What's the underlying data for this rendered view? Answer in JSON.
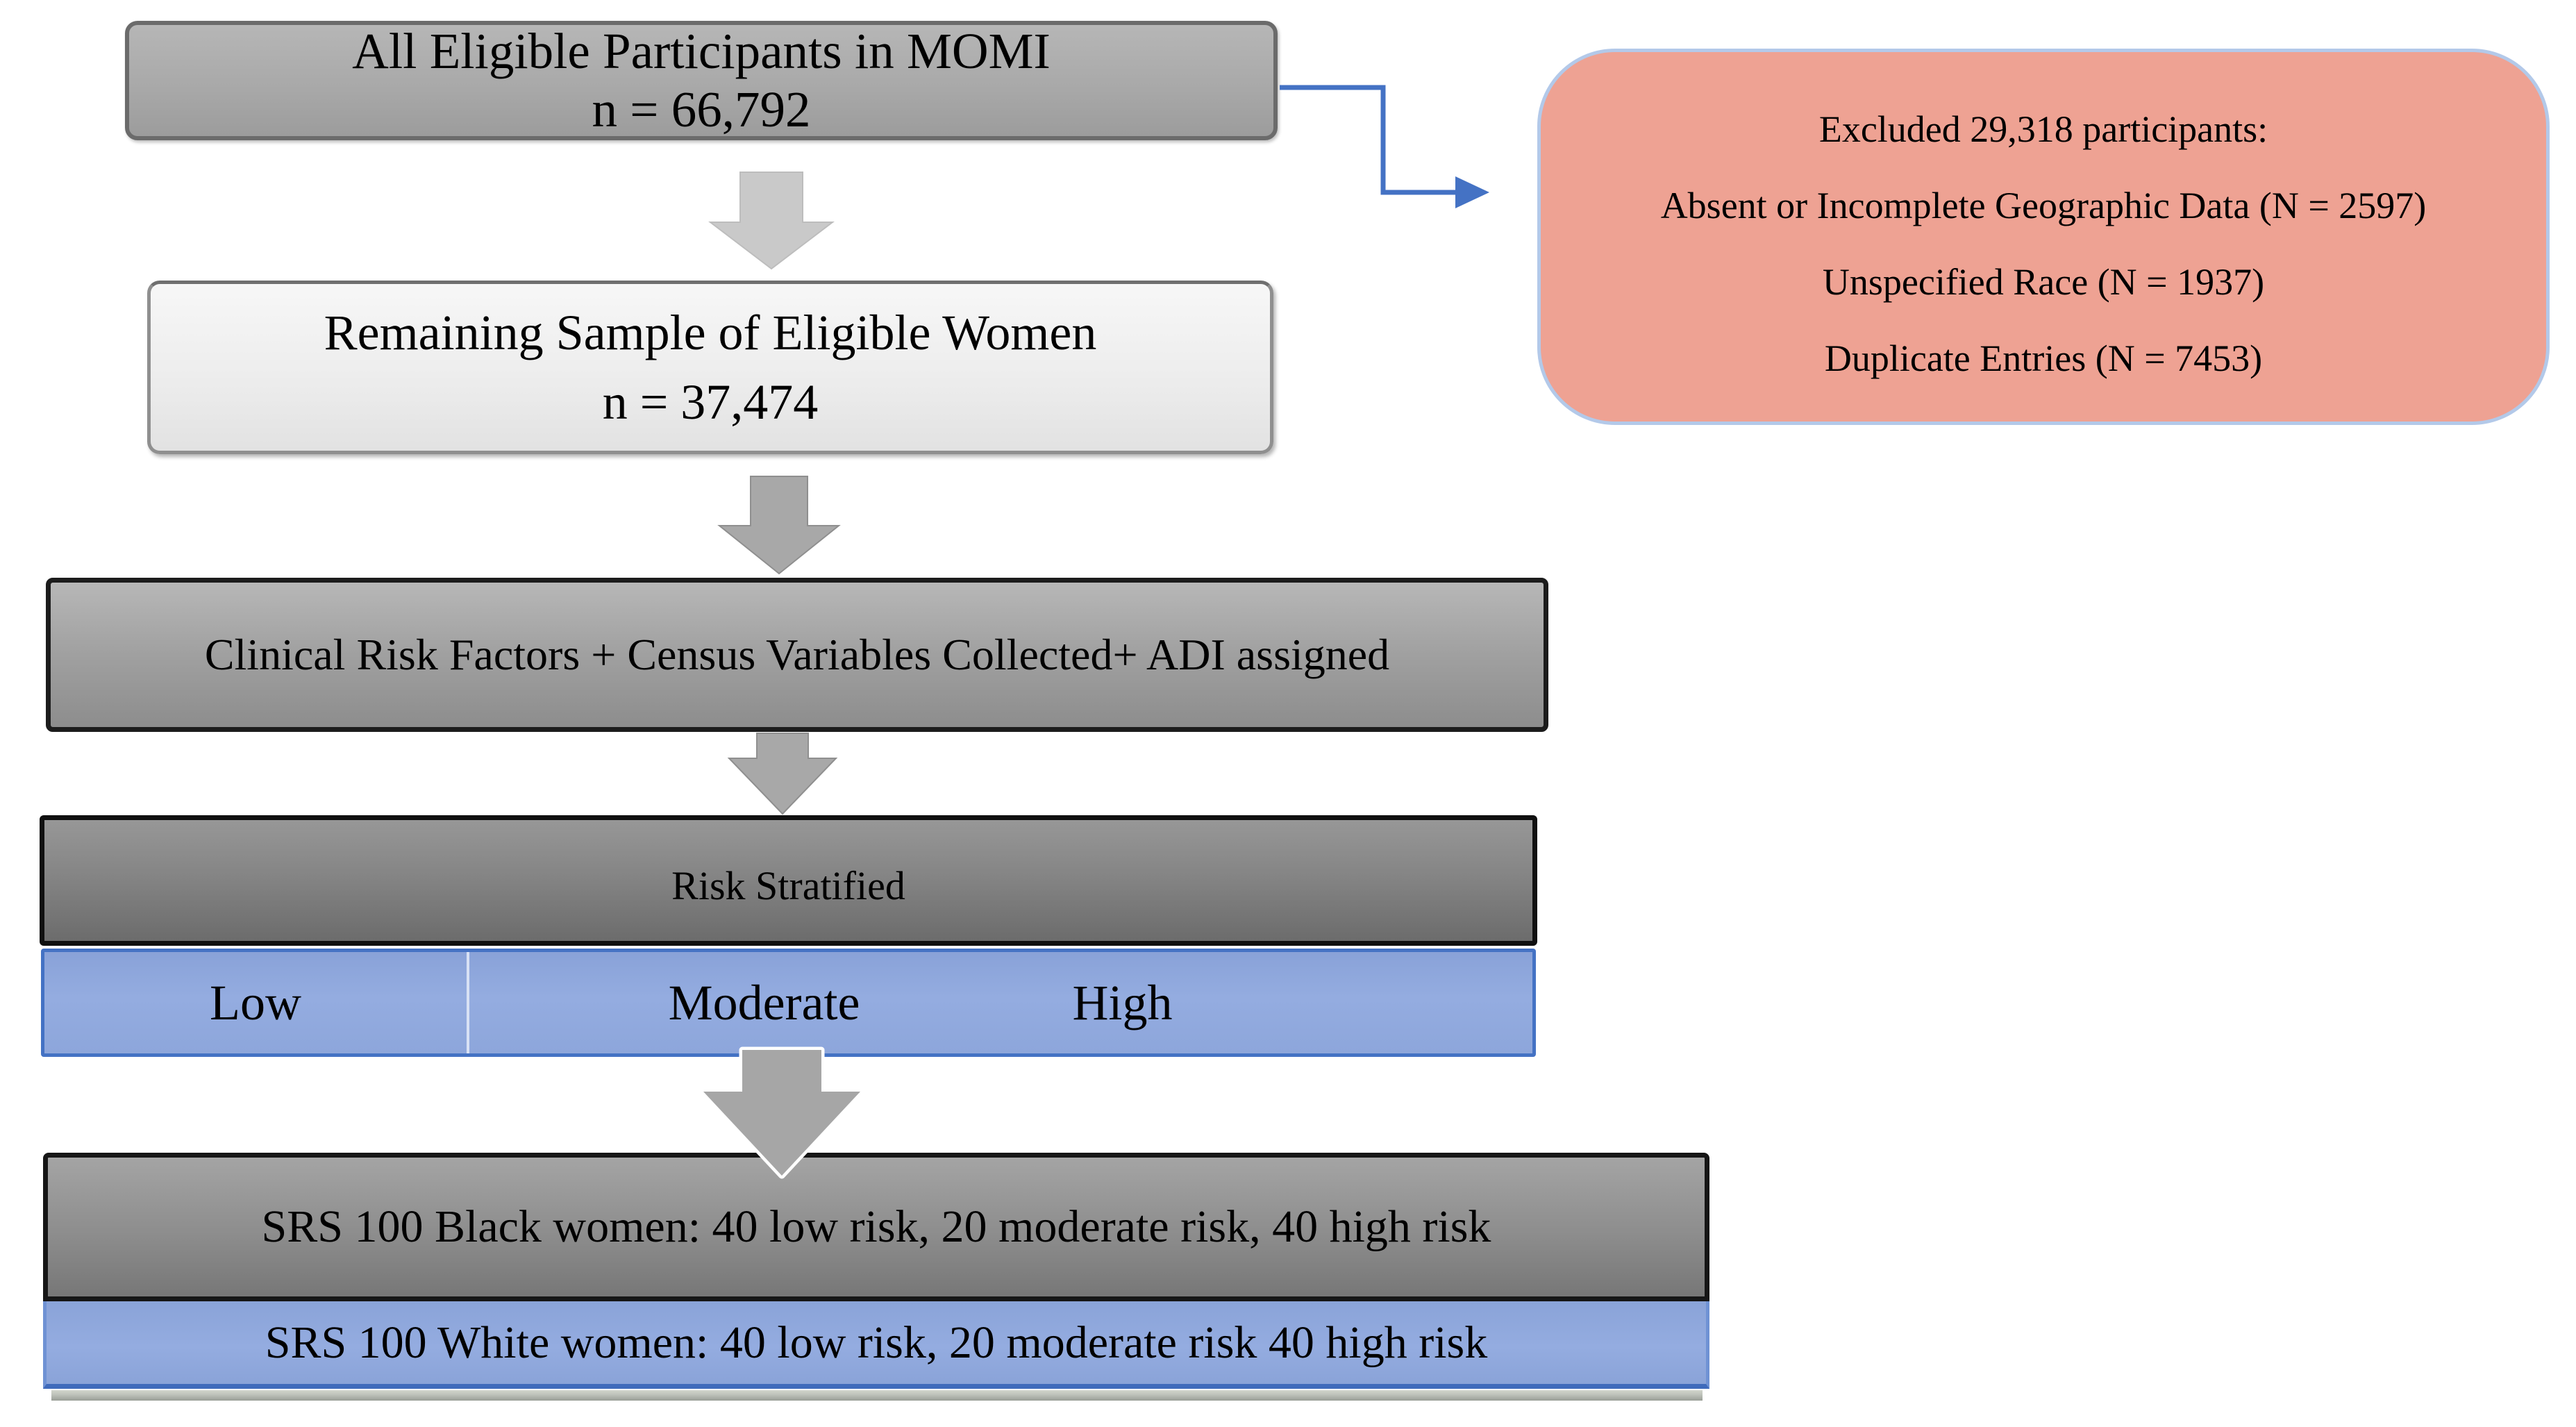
{
  "boxes": {
    "eligible": {
      "title": "All Eligible Participants in MOMI",
      "n": "n = 66,792"
    },
    "remaining": {
      "title": "Remaining Sample of Eligible Women",
      "n": "n = 37,474"
    },
    "clinical": {
      "title": "Clinical Risk Factors + Census Variables Collected+ ADI assigned"
    },
    "risk": {
      "title": "Risk Stratified",
      "levels": [
        "Low",
        "Moderate",
        "High"
      ]
    },
    "srs_black": {
      "title": "SRS 100 Black women: 40 low risk, 20 moderate risk, 40 high risk"
    },
    "srs_white": {
      "title": "SRS 100 White women: 40 low risk, 20 moderate risk 40 high risk"
    },
    "excluded": {
      "lines": [
        "Excluded 29,318 participants:",
        "Absent or Incomplete Geographic Data (N = 2597)",
        "Unspecified Race (N = 1937)",
        "Duplicate Entries (N = 7453)"
      ]
    }
  },
  "icons": {
    "flow_arrows": [
      "down-block-arrow",
      "down-block-arrow",
      "down-block-arrow",
      "down-block-arrow"
    ],
    "exclusion_connector": "elbow-right-arrow"
  },
  "colors": {
    "accent_blue": "#4472C4",
    "band_blue": "#8FA8DC",
    "salmon": "#EEA293",
    "salmon_border": "#B3C9E9",
    "arrow_gray": "#A8A8A8",
    "arrow_light": "#C9C9C9",
    "border_dark": "#161616",
    "border_gray": "#6B6B6B"
  }
}
